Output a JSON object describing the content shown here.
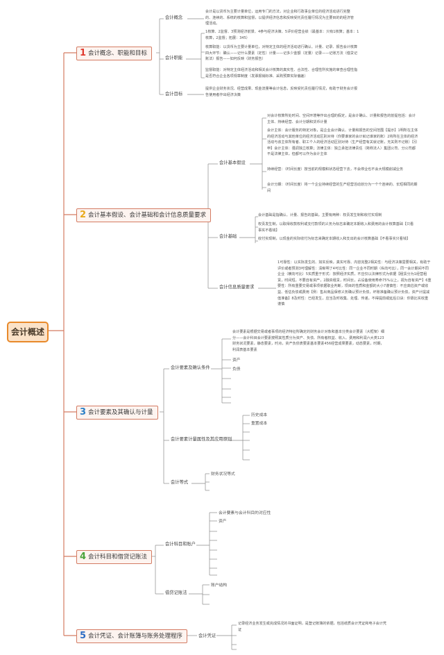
{
  "root": "会计概述",
  "colors": {
    "root_border": "#e8892a",
    "branch_border": "#d47b62",
    "n1": "#e03a2f",
    "n2": "#e8a91a",
    "n3": "#2b7fc6",
    "n4": "#4aa33c",
    "n5": "#2b6cc4"
  },
  "branches": [
    {
      "num": "1",
      "label": "会计概念、职能和目标"
    },
    {
      "num": "2",
      "label": "会计基本假设、会计基础和会计信息质量要求"
    },
    {
      "num": "3",
      "label": "会计要素及其确认与计量"
    },
    {
      "num": "4",
      "label": "会计科目和借贷记账法"
    },
    {
      "num": "5",
      "label": "会计凭证、会计账簿与账务处理程序"
    }
  ],
  "b1": {
    "concept": {
      "label": "会计概念",
      "text": "会计是以货币为主要计量单位，运用专门的方法，对企业和行政事业单位的经济活动进行完整的、连续的、系统的核算和监督，以提供经济信息和反映受托责任履行情况为主要目的的经济管理活动。"
    },
    "function": {
      "label": "会计职能",
      "t1": "1核算、2监督、3预测经济前景、4参与经济决策、5评价经营业绩（最基本：只有1核算；基本：1核算，2监督；拓展：345）",
      "t2": "核算职能：以货币为主要计量单位，对特定主体的经济活动进行确认、计量、记录、报告会计核算四大环节：确认——记什么要素（定性）计量——记多少金额（定量）记录——记账方法（借贷记账法）报告——如何反映（财务报告）",
      "t3": "监督职能：对特定主体经济活动和相关会计核算的真实性、合法性、合理性所实施的审查合理性指是否符合企业各项规章制度（发票报销标准、采购预算实际偏差）"
    },
    "goal": {
      "label": "会计目标",
      "text": "提供企业财务状况、经营成果、现金流量等会计信息，反映受托责任履行情况，有助于财务会计报告使用者作出经济决策"
    }
  },
  "b2": {
    "assumptions": {
      "label": "会计基本假设",
      "t1": "对会计核算所处时间、空间环境等作出合理的假定，是会计确认、计量和报告的前提包括：会计主体、持续经营、会计分期和货币计量",
      "t2": "会计主体：会计服务的特定对象，是企业会计确认、计量和报告的空间范围【提示】1明所在主体的经济活动与其他单位的经济活动区别对待（你要谁家的会计就记谁家的账）2将所在主体的经济活动与该主体所有者、职工个人的经济活动区别对待（生产经营有关就记账，无关则不记账）【引申】会计主体：强调独立核算；法律主体：独立承担法律责任（简称法人）集团公司、分公司都不是法律主体，但都可以作为会计主体",
      "t3": "持续经营：（时间长度）按当前的规模和状态经营下去，不会停业也不会大规模削减业务",
      "t4": "会计分期：（时间长度）将一个企业持续经营的生产经营活动划分为一个个连续的、长短相同的期间"
    },
    "basis": {
      "label": "会计基础",
      "t1": "会计基础是指确认、计量、报告的基础，主要有两种：权责发生制和收付实现制",
      "t2": "权责发生制，以取得收款权利或支付款项的义务为标志来确定本期收入和费用的会计核算基础【只看事实不看钱】",
      "t3": "收付实现制，以现金的实际收付为标志来确定本期收入和支出的会计核算基础【不看事实只看钱】"
    },
    "quality": {
      "label": "会计信息质量要求",
      "text": "1可靠性：以实际发生的、如实反映，真实可靠、内容完整2相关性：与经济决策需要相关，有助于评价或者预测3可理解性：清晰明了4可比性：同一企业不同时期（纵向可比），同一会计期间不同企业（横向可比）5实质重于形式：按照经济实质，不应仅以法律形式为依据【租赁分为1经营租赁，时间短，不要自有资产，2融资租赁，时间长，占设备使用寿命75%以上，视为自有资产】6重要性：所有重要交易或事项依据职业判断，项目的性质和金额的大小7谨慎性：不应高估资产或收益、低估负债或费用【例：售出商品保修义务确认预计负债，坏账准备确认预计负债，资产计提减值准备】8及时性：已经发生，应当及时收集、处理、传递，不得提前或延后口诀：你靠比实收重谨慎"
    }
  },
  "b3": {
    "recognition": {
      "label": "会计要素及确认条件",
      "text": "会计要素是根据交易或者事项的经济特征所确定的财务会计对象和基本分类会计要素（大框架）细分——会计科目会计要素按照其性质分为资产、负债、所有者权益、收入、费用和利润六大类123财务状况要素，静态要素，时点，资产负债表要素基本要素456经营成果要素，动态要素，时期，利润表基本要素",
      "items": [
        "资产",
        "负债"
      ]
    },
    "measurement": {
      "label": "会计要素计量属性及其应用原则",
      "items": [
        "历史成本",
        "重置成本"
      ]
    },
    "equation": {
      "label": "会计等式",
      "items": [
        "财务状况等式"
      ]
    }
  },
  "b4": {
    "accounts": {
      "label": "会计科目和账户",
      "items": [
        "会计要素与会计科目的对应性",
        "资产"
      ]
    },
    "debit_credit": {
      "label": "借贷记账法",
      "items": [
        "账户结构"
      ]
    }
  },
  "b5": {
    "voucher": {
      "label": "会计凭证",
      "text": "记录经济业务发生或完成情况的书面证明，是登记账簿的依据，包括纸质会计凭证和电子会计凭证"
    }
  }
}
